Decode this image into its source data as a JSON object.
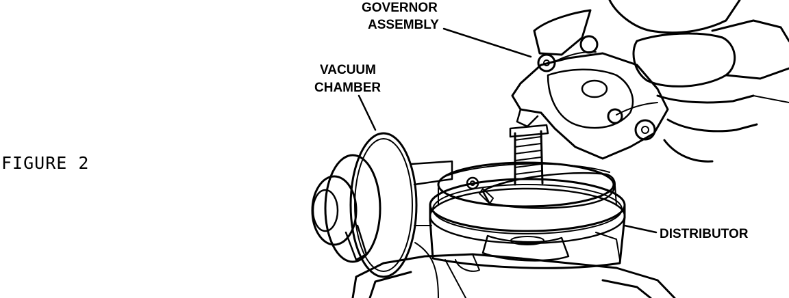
{
  "figure": {
    "caption": "FIGURE 2"
  },
  "labels": {
    "governor_line1": "GOVERNOR",
    "governor_line2": "ASSEMBLY",
    "vacuum_line1": "VACUUM",
    "vacuum_line2": "CHAMBER",
    "distributor": "DISTRIBUTOR"
  },
  "colors": {
    "ink": "#000000",
    "paper": "#ffffff"
  }
}
